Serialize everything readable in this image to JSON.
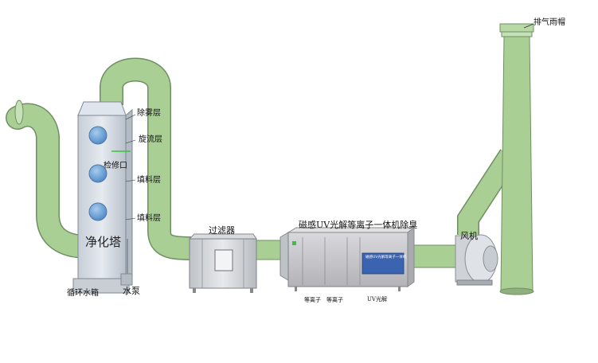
{
  "labels": {
    "tower": "净化塔",
    "demist": "除雾层",
    "swirl": "旋流层",
    "inspection": "检修口",
    "packing1": "填料层",
    "packing2": "填料层",
    "tank": "循环水箱",
    "pump": "水泵",
    "filter": "过滤器",
    "uv_unit": "磁感UV光解等离子一体机除臭",
    "plasma1": "等离子",
    "plasma2": "等离子",
    "uv": "UV光解",
    "fan": "风机",
    "chimney_cap": "排气雨帽",
    "panel_sign": "磁感UV光解等离子一体机"
  },
  "colors": {
    "pipe": "#a9cf95",
    "pipe_edge": "#6f8f62",
    "tower": "#d6dde6",
    "window": "#6fa5d8",
    "cabinet": "#c8c8cc",
    "panel_blue": "#3a63b0",
    "green_led": "#39c33a"
  }
}
